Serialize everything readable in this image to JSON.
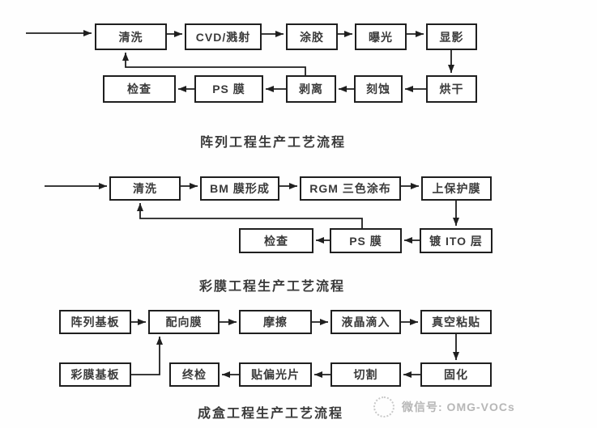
{
  "page": {
    "background": "#fefefe",
    "type": "process-flow-diagrams"
  },
  "colors": {
    "box_border": "#1f1f1f",
    "box_fill": "#ffffff",
    "text": "#3a3a3a",
    "connector": "#1f1f1f",
    "watermark": "#b7b7b7"
  },
  "charts": [
    {
      "title": "阵列工程生产工艺流程",
      "nodes": [
        {
          "label": "清洗"
        },
        {
          "label": "CVD/溅射"
        },
        {
          "label": "涂胶"
        },
        {
          "label": "曝光"
        },
        {
          "label": "显影"
        },
        {
          "label": "烘干"
        },
        {
          "label": "刻蚀"
        },
        {
          "label": "剥离"
        },
        {
          "label": "PS 膜"
        },
        {
          "label": "检查"
        }
      ],
      "edges": [
        "入口→清洗",
        "清洗→CVD/溅射",
        "CVD/溅射→涂胶",
        "涂胶→曝光",
        "曝光→显影",
        "显影→烘干",
        "烘干→刻蚀",
        "刻蚀→剥离",
        "剥离→PS 膜",
        "PS 膜→检查",
        "剥离→清洗(返回)"
      ]
    },
    {
      "title": "彩膜工程生产工艺流程",
      "nodes": [
        {
          "label": "清洗"
        },
        {
          "label": "BM 膜形成"
        },
        {
          "label": "RGM 三色涂布"
        },
        {
          "label": "上保护膜"
        },
        {
          "label": "镀 ITO 层"
        },
        {
          "label": "PS 膜"
        },
        {
          "label": "检查"
        }
      ],
      "edges": [
        "入口→清洗",
        "清洗→BM 膜形成",
        "BM 膜形成→RGM 三色涂布",
        "RGM 三色涂布→上保护膜",
        "上保护膜→镀 ITO 层",
        "镀 ITO 层→PS 膜",
        "PS 膜→检查",
        "PS 膜→清洗(返回)"
      ]
    },
    {
      "title": "成盒工程生产工艺流程",
      "nodes": [
        {
          "label": "阵列基板"
        },
        {
          "label": "配向膜"
        },
        {
          "label": "摩擦"
        },
        {
          "label": "液晶滴入"
        },
        {
          "label": "真空粘贴"
        },
        {
          "label": "固化"
        },
        {
          "label": "切割"
        },
        {
          "label": "贴偏光片"
        },
        {
          "label": "终检"
        },
        {
          "label": "彩膜基板"
        }
      ],
      "edges": [
        "阵列基板→配向膜",
        "配向膜→摩擦",
        "摩擦→液晶滴入",
        "液晶滴入→真空粘贴",
        "真空粘贴→固化",
        "固化→切割",
        "切割→贴偏光片",
        "贴偏光片→终检",
        "彩膜基板→配向膜"
      ]
    }
  ],
  "watermark": {
    "icon": "wechat-seal-icon",
    "label": "微信号: OMG-VOCs"
  }
}
